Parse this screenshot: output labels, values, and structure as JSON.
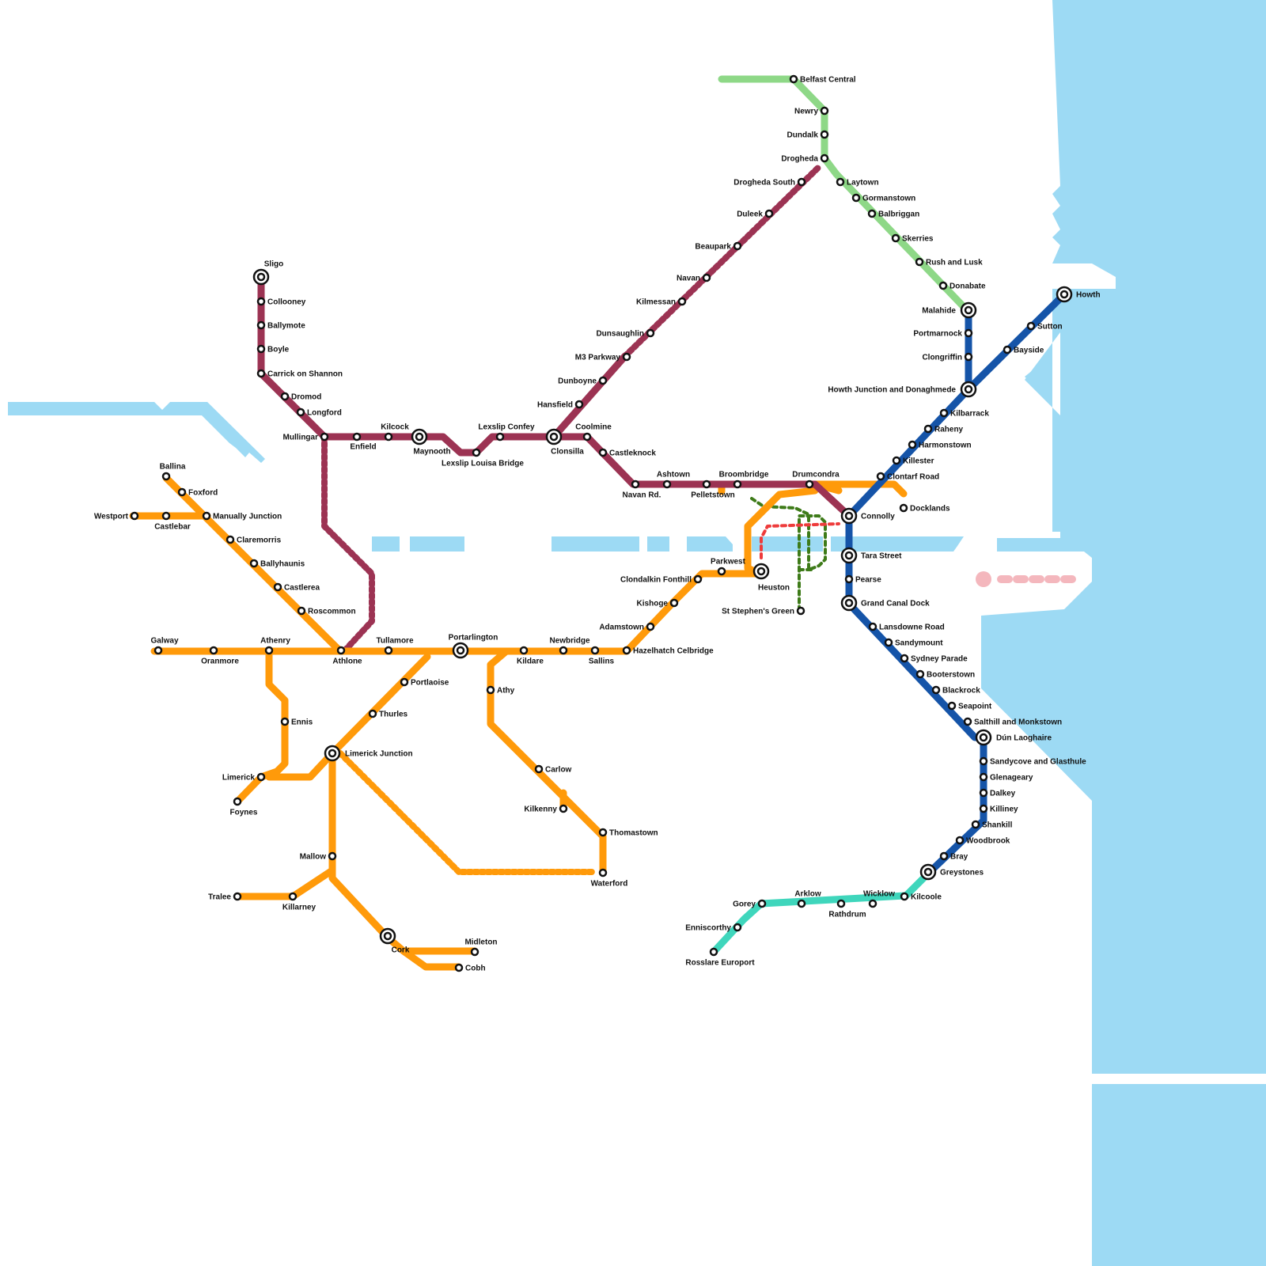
{
  "colors": {
    "water": "#9ddaf4",
    "intercity": "#ff9a0a",
    "commuter_west": "#9c3353",
    "dart": "#1554a8",
    "enterprise": "#8ed887",
    "rosslare": "#3fd6bc",
    "luas_green": "#3e7b19",
    "luas_red": "#ee3b3b",
    "airport": "#f4b7bd"
  },
  "lines": [
    {
      "id": "intercity",
      "color_key": "intercity",
      "style": "solid",
      "name": ""
    },
    {
      "id": "commuter",
      "color_key": "commuter_west",
      "style": "solid",
      "name": ""
    },
    {
      "id": "dart",
      "color_key": "dart",
      "style": "solid",
      "name": ""
    },
    {
      "id": "enterprise",
      "color_key": "enterprise",
      "style": "solid",
      "name": ""
    },
    {
      "id": "rosslare",
      "color_key": "rosslare",
      "style": "solid",
      "name": ""
    },
    {
      "id": "navan-planned",
      "color_key": "commuter_west",
      "style": "dashed",
      "name": ""
    },
    {
      "id": "athlone-planned",
      "color_key": "commuter_west",
      "style": "dashed",
      "name": ""
    },
    {
      "id": "waterford-planned",
      "color_key": "intercity",
      "style": "dashed",
      "name": ""
    },
    {
      "id": "luas-green",
      "color_key": "luas_green",
      "style": "dashed",
      "name": ""
    },
    {
      "id": "luas-red",
      "color_key": "luas_red",
      "style": "dashed",
      "name": ""
    },
    {
      "id": "airport-link",
      "color_key": "airport",
      "style": "dashed",
      "name": ""
    }
  ],
  "stations": [
    {
      "id": "sligo",
      "name": "Sligo",
      "interchange": true
    },
    {
      "id": "collooney",
      "name": "Collooney"
    },
    {
      "id": "ballymote",
      "name": "Ballymote"
    },
    {
      "id": "boyle",
      "name": "Boyle"
    },
    {
      "id": "carrick",
      "name": "Carrick on Shannon"
    },
    {
      "id": "dromod",
      "name": "Dromod"
    },
    {
      "id": "longford",
      "name": "Longford"
    },
    {
      "id": "mullingar",
      "name": "Mullingar"
    },
    {
      "id": "enfield",
      "name": "Enfield"
    },
    {
      "id": "kilcock",
      "name": "Kilcock"
    },
    {
      "id": "maynooth",
      "name": "Maynooth",
      "interchange": true
    },
    {
      "id": "louisa",
      "name": "Lexslip Louisa Bridge"
    },
    {
      "id": "confey",
      "name": "Lexslip Confey"
    },
    {
      "id": "clonsilla",
      "name": "Clonsilla",
      "interchange": true
    },
    {
      "id": "coolmine",
      "name": "Coolmine"
    },
    {
      "id": "castleknock",
      "name": "Castleknock"
    },
    {
      "id": "navanrd",
      "name": "Navan Rd."
    },
    {
      "id": "ashtown",
      "name": "Ashtown"
    },
    {
      "id": "pelletstown",
      "name": "Pelletstown"
    },
    {
      "id": "broombridge",
      "name": "Broombridge"
    },
    {
      "id": "drumcondra",
      "name": "Drumcondra"
    },
    {
      "id": "connolly",
      "name": "Connolly",
      "interchange": true
    },
    {
      "id": "docklands",
      "name": "Docklands"
    },
    {
      "id": "tara",
      "name": "Tara Street",
      "interchange": true
    },
    {
      "id": "pearse",
      "name": "Pearse"
    },
    {
      "id": "gcd",
      "name": "Grand Canal Dock",
      "interchange": true
    },
    {
      "id": "lansdowne",
      "name": "Lansdowne Road"
    },
    {
      "id": "sandymount",
      "name": "Sandymount"
    },
    {
      "id": "sydney",
      "name": "Sydney Parade"
    },
    {
      "id": "booterstown",
      "name": "Booterstown"
    },
    {
      "id": "blackrock",
      "name": "Blackrock"
    },
    {
      "id": "seapoint",
      "name": "Seapoint"
    },
    {
      "id": "salthill",
      "name": "Salthill and Monkstown"
    },
    {
      "id": "dunl",
      "name": "Dún Laoghaire",
      "interchange": true
    },
    {
      "id": "sandycove",
      "name": "Sandycove and Glasthule"
    },
    {
      "id": "glenageary",
      "name": "Glenageary"
    },
    {
      "id": "dalkey",
      "name": "Dalkey"
    },
    {
      "id": "killiney",
      "name": "Killiney"
    },
    {
      "id": "shankill",
      "name": "Shankill"
    },
    {
      "id": "woodbrook",
      "name": "Woodbrook"
    },
    {
      "id": "bray",
      "name": "Bray"
    },
    {
      "id": "greystones",
      "name": "Greystones",
      "interchange": true
    },
    {
      "id": "kilcoole",
      "name": "Kilcoole"
    },
    {
      "id": "wicklow",
      "name": "Wicklow"
    },
    {
      "id": "rathdrum",
      "name": "Rathdrum"
    },
    {
      "id": "arklow",
      "name": "Arklow"
    },
    {
      "id": "gorey",
      "name": "Gorey"
    },
    {
      "id": "enniscorthy",
      "name": "Enniscorthy"
    },
    {
      "id": "rosslare",
      "name": "Rosslare Europort"
    },
    {
      "id": "belfast",
      "name": "Belfast Central"
    },
    {
      "id": "newry",
      "name": "Newry"
    },
    {
      "id": "dundalk",
      "name": "Dundalk"
    },
    {
      "id": "drogheda",
      "name": "Drogheda"
    },
    {
      "id": "laytown",
      "name": "Laytown"
    },
    {
      "id": "gormanstown",
      "name": "Gormanstown"
    },
    {
      "id": "balbriggan",
      "name": "Balbriggan"
    },
    {
      "id": "skerries",
      "name": "Skerries"
    },
    {
      "id": "rush",
      "name": "Rush and Lusk"
    },
    {
      "id": "donabate",
      "name": "Donabate"
    },
    {
      "id": "malahide",
      "name": "Malahide",
      "interchange": true
    },
    {
      "id": "portmarnock",
      "name": "Portmarnock"
    },
    {
      "id": "clongriffin",
      "name": "Clongriffin"
    },
    {
      "id": "howthjn",
      "name": "Howth Junction and Donaghmede",
      "interchange": true
    },
    {
      "id": "kilbarrack",
      "name": "Kilbarrack"
    },
    {
      "id": "raheny",
      "name": "Raheny"
    },
    {
      "id": "harmonstown",
      "name": "Harmonstown"
    },
    {
      "id": "killester",
      "name": "Killester"
    },
    {
      "id": "clontarf",
      "name": "Clontarf Road"
    },
    {
      "id": "bayside",
      "name": "Bayside"
    },
    {
      "id": "sutton",
      "name": "Sutton"
    },
    {
      "id": "howth",
      "name": "Howth",
      "interchange": true
    },
    {
      "id": "droghedas",
      "name": "Drogheda South"
    },
    {
      "id": "duleek",
      "name": "Duleek"
    },
    {
      "id": "beaupark",
      "name": "Beaupark"
    },
    {
      "id": "navan",
      "name": "Navan"
    },
    {
      "id": "kilmessan",
      "name": "Kilmessan"
    },
    {
      "id": "dunsaughlin",
      "name": "Dunsaughlin"
    },
    {
      "id": "m3",
      "name": "M3 Parkway"
    },
    {
      "id": "dunboyne",
      "name": "Dunboyne"
    },
    {
      "id": "hansfield",
      "name": "Hansfield"
    },
    {
      "id": "heuston",
      "name": "Heuston",
      "interchange": true
    },
    {
      "id": "parkwest",
      "name": "Parkwest"
    },
    {
      "id": "clondalkin",
      "name": "Clondalkin Fonthill"
    },
    {
      "id": "kishoge",
      "name": "Kishoge"
    },
    {
      "id": "adamstown",
      "name": "Adamstown"
    },
    {
      "id": "hazelhatch",
      "name": "Hazelhatch Celbridge"
    },
    {
      "id": "sallins",
      "name": "Sallins"
    },
    {
      "id": "newbridge",
      "name": "Newbridge"
    },
    {
      "id": "kildare",
      "name": "Kildare"
    },
    {
      "id": "portarlington",
      "name": "Portarlington",
      "interchange": true
    },
    {
      "id": "tullamore",
      "name": "Tullamore"
    },
    {
      "id": "athlone",
      "name": "Athlone"
    },
    {
      "id": "athenry",
      "name": "Athenry"
    },
    {
      "id": "oranmore",
      "name": "Oranmore"
    },
    {
      "id": "galway",
      "name": "Galway"
    },
    {
      "id": "roscommon",
      "name": "Roscommon"
    },
    {
      "id": "castlerea",
      "name": "Castlerea"
    },
    {
      "id": "ballyhaunis",
      "name": "Ballyhaunis"
    },
    {
      "id": "claremorris",
      "name": "Claremorris"
    },
    {
      "id": "manulla",
      "name": "Manually Junction"
    },
    {
      "id": "castlebar",
      "name": "Castlebar"
    },
    {
      "id": "westport",
      "name": "Westport"
    },
    {
      "id": "foxford",
      "name": "Foxford"
    },
    {
      "id": "ballina",
      "name": "Ballina"
    },
    {
      "id": "ennis",
      "name": "Ennis"
    },
    {
      "id": "limerick",
      "name": "Limerick"
    },
    {
      "id": "foynes",
      "name": "Foynes"
    },
    {
      "id": "portlaoise",
      "name": "Portlaoise"
    },
    {
      "id": "thurles",
      "name": "Thurles"
    },
    {
      "id": "limjn",
      "name": "Limerick Junction",
      "interchange": true
    },
    {
      "id": "mallow",
      "name": "Mallow"
    },
    {
      "id": "killarney",
      "name": "Killarney"
    },
    {
      "id": "tralee",
      "name": "Tralee"
    },
    {
      "id": "cork",
      "name": "Cork",
      "interchange": true
    },
    {
      "id": "midleton",
      "name": "Midleton"
    },
    {
      "id": "cobh",
      "name": "Cobh"
    },
    {
      "id": "athy",
      "name": "Athy"
    },
    {
      "id": "carlow",
      "name": "Carlow"
    },
    {
      "id": "kilkenny",
      "name": "Kilkenny"
    },
    {
      "id": "thomastown",
      "name": "Thomastown"
    },
    {
      "id": "waterford",
      "name": "Waterford"
    },
    {
      "id": "stephens",
      "name": "St Stephen's Green"
    }
  ]
}
